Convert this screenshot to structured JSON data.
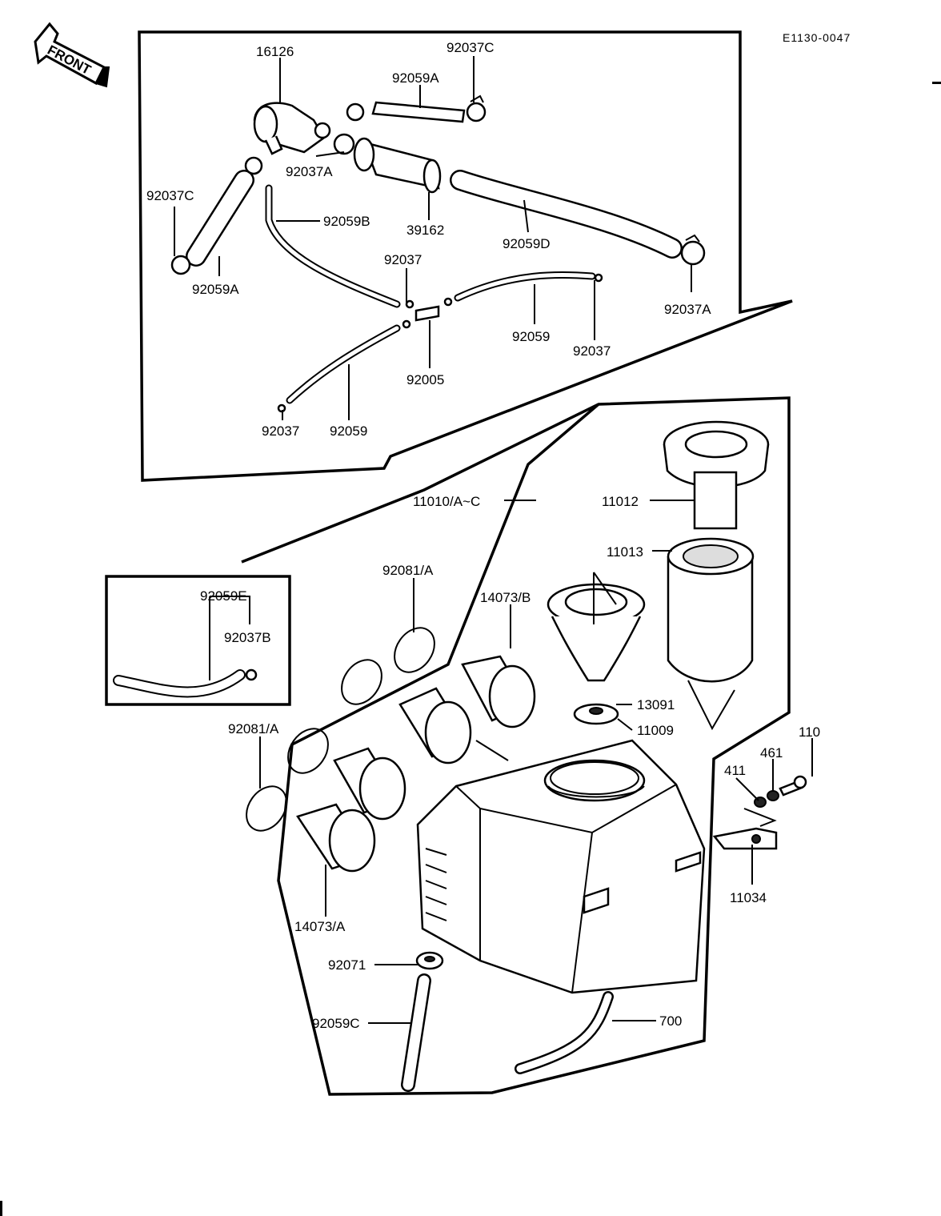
{
  "doc_code": "E1130-0047",
  "front_label": "FRONT",
  "labels": {
    "p16126": "16126",
    "p92037C_top": "92037C",
    "p92059A_top": "92059A",
    "p92037A_mid": "92037A",
    "p92037C_left": "92037C",
    "p92059B": "92059B",
    "p39162": "39162",
    "p92059D": "92059D",
    "p92059A_left": "92059A",
    "p92037_a": "92037",
    "p92037A_right": "92037A",
    "p92059_a": "92059",
    "p92037_b": "92037",
    "p92005": "92005",
    "p92037_c": "92037",
    "p92059_b": "92059",
    "p11010": "11010/A~C",
    "p11012": "11012",
    "p11013": "11013",
    "p92081A_top": "92081/A",
    "p14073B": "14073/B",
    "p92059E": "92059E",
    "p92037B": "92037B",
    "p13091": "13091",
    "p11009": "11009",
    "p92081A_left": "92081/A",
    "p110": "110",
    "p461": "461",
    "p411": "411",
    "p11034": "11034",
    "p14073A": "14073/A",
    "p92071": "92071",
    "p92059C": "92059C",
    "p700": "700"
  }
}
